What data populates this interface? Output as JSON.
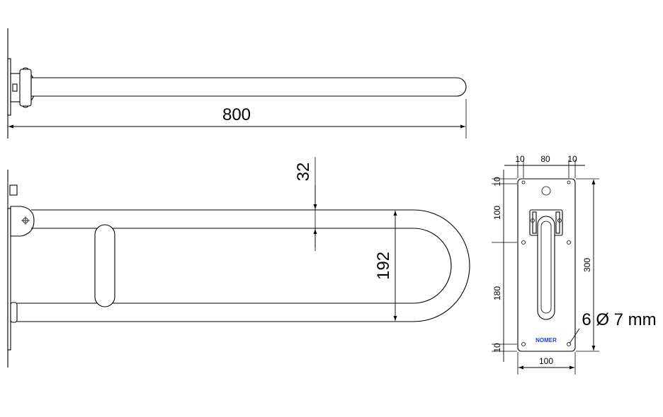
{
  "top_view": {
    "length_label": "800"
  },
  "front_view": {
    "tube_label": "32",
    "width_label": "192"
  },
  "plate_view": {
    "left_margin_label": "10",
    "center_label": "80",
    "right_margin_label": "10",
    "top_margin_label": "10",
    "upper_label": "100",
    "lower_label": "180",
    "bottom_margin_label": "10",
    "height_label": "300",
    "width_label": "100",
    "holes_label": "6 Ø 7 mm",
    "brand_label": "NOMER"
  }
}
